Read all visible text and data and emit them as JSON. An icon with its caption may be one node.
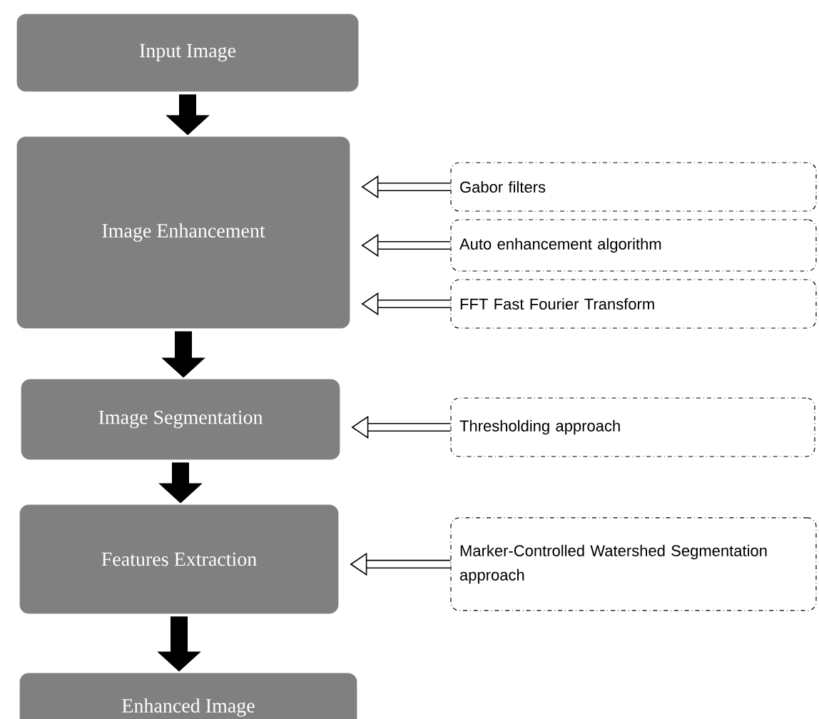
{
  "diagram": {
    "nodes": [
      {
        "text": [
          "Input Image"
        ]
      },
      {
        "text": [
          "Image Enhancement"
        ]
      },
      {
        "text": [
          "Image Segmentation"
        ]
      },
      {
        "text": [
          "Features Extraction"
        ]
      },
      {
        "text": [
          "Enhanced Image"
        ]
      },
      {
        "text": [
          "Gabor filters"
        ]
      },
      {
        "text": [
          "Auto enhancement algorithm"
        ]
      },
      {
        "text": [
          "FFT Fast Fourier Transform"
        ]
      },
      {
        "text": [
          "Thresholding approach"
        ]
      },
      {
        "text": [
          "Marker-Controlled Watershed Segmentation approach"
        ]
      }
    ],
    "edges": [
      {
        "from": 0,
        "to": 1,
        "arrow": "to",
        "style": "thick"
      },
      {
        "from": 1,
        "to": 2,
        "arrow": "to",
        "style": "thick"
      },
      {
        "from": 2,
        "to": 3,
        "arrow": "to",
        "style": "thick"
      },
      {
        "from": 3,
        "to": 4,
        "arrow": "to",
        "style": "thick"
      },
      {
        "from": 5,
        "to": 1,
        "arrow": "to"
      },
      {
        "from": 6,
        "to": 1,
        "arrow": "to"
      },
      {
        "from": 7,
        "to": 1,
        "arrow": "to"
      },
      {
        "from": 8,
        "to": 2,
        "arrow": "to"
      },
      {
        "from": 9,
        "to": 3,
        "arrow": "to"
      }
    ]
  }
}
